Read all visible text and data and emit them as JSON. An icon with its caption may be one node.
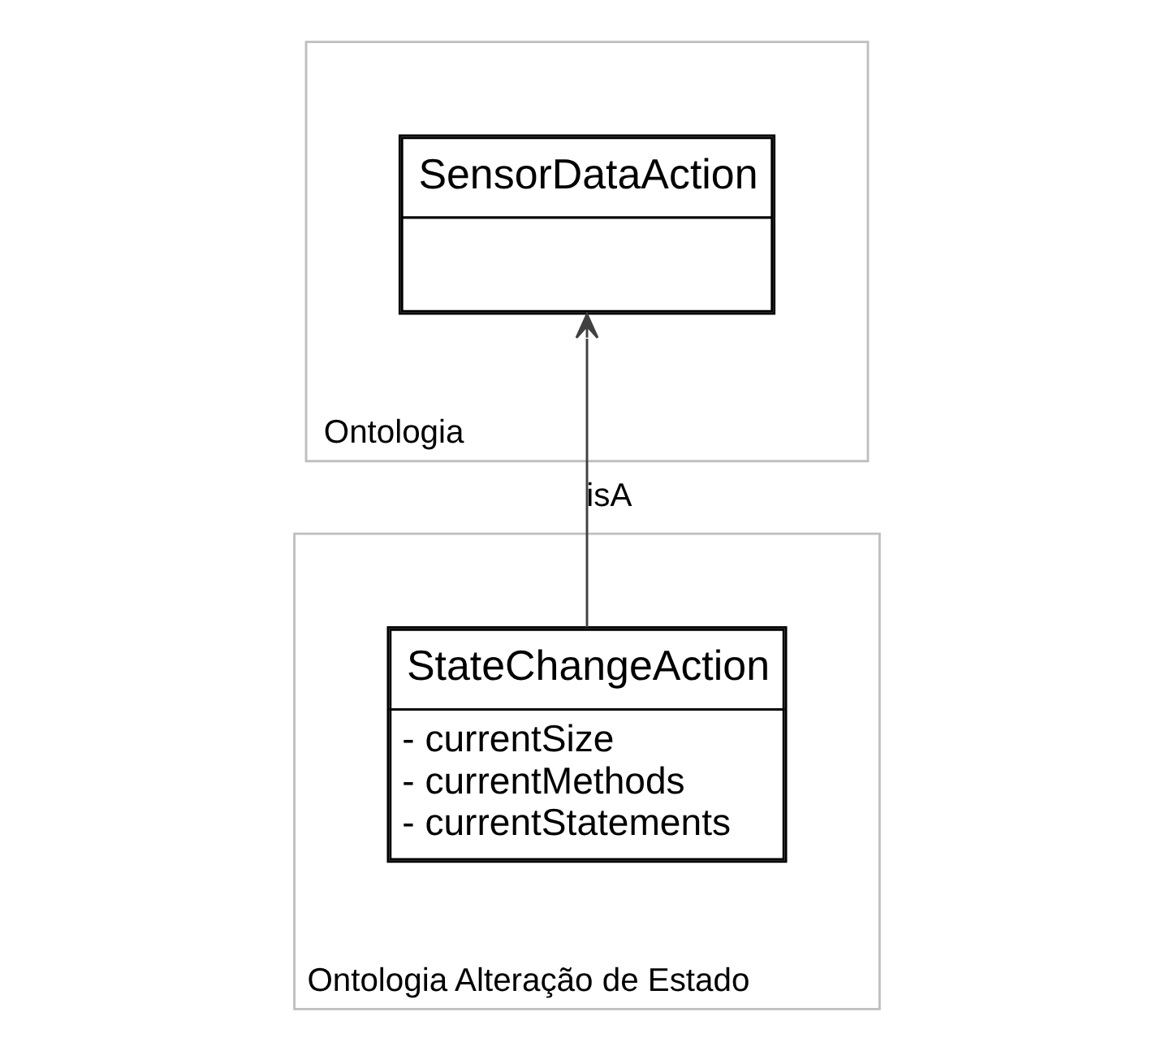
{
  "diagram": {
    "nodes": [
      {
        "text": [
          "Ontologia"
        ]
      },
      {
        "text": [
          "SensorDataAction"
        ],
        "in": 0
      },
      {
        "text": [
          "Ontologia Alteração de Estado"
        ]
      },
      {
        "text": [
          "StateChangeAction",
          "- currentSize",
          "- currentMethods",
          "- currentStatements"
        ],
        "in": 2
      }
    ],
    "edges": [
      {
        "from": 3,
        "to": 1,
        "arrow": "to",
        "label": "isA"
      }
    ]
  }
}
